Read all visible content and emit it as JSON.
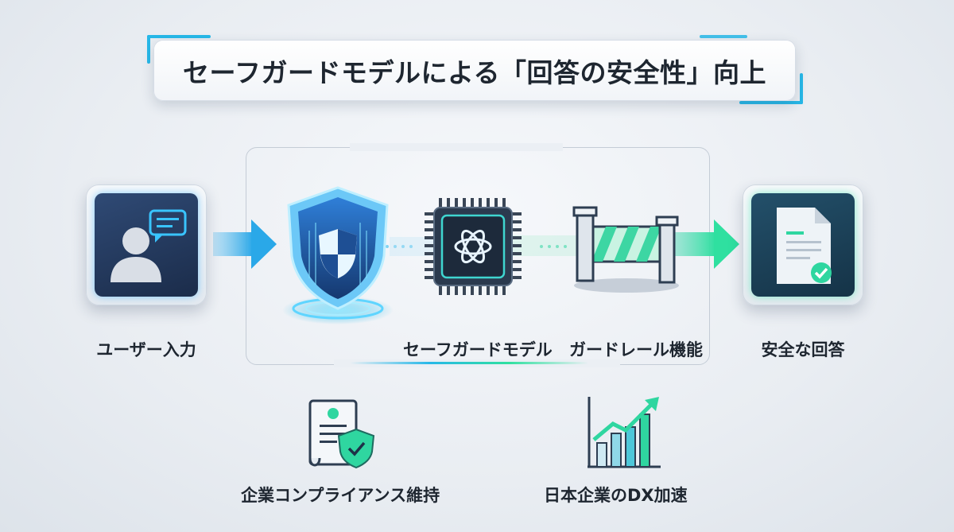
{
  "title": "セーフガードモデルによる「回答の安全性」向上",
  "flow": {
    "user_input": "ユーザー入力",
    "safeguard_model": "セーフガードモデル",
    "guardrail": "ガードレール機能",
    "safe_answer": "安全な回答"
  },
  "benefits": {
    "compliance": "企業コンプライアンス維持",
    "dx": "日本企業のDX加速"
  },
  "icons": {
    "user_input": "user-chat-icon",
    "shield": "shield-icon",
    "chip": "ai-chip-icon",
    "guardrail": "barrier-icon",
    "safe_answer": "checked-document-icon",
    "compliance": "document-shield-icon",
    "dx": "growth-chart-icon"
  },
  "colors": {
    "blue_accent": "#27b8e8",
    "green_accent": "#2fe0a0",
    "navy": "#1f3456"
  }
}
